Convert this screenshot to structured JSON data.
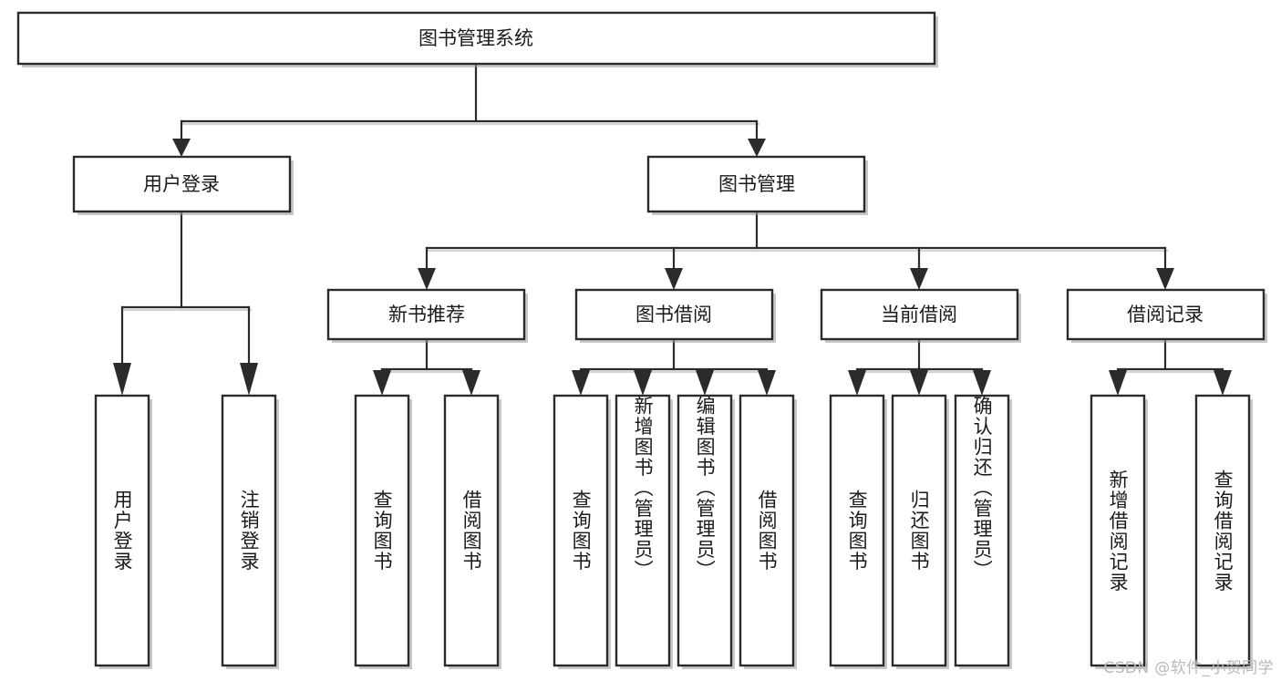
{
  "diagram": {
    "title": "图书管理系统",
    "type": "tree-hierarchy-chart",
    "colors": {
      "box_stroke": "#2b2b2b",
      "box_fill": "#ffffff",
      "line": "#2b2b2b",
      "shadow": "#9a9a9a",
      "text": "#1a1a1a",
      "watermark": "#b9b9b9",
      "background": "#ffffff"
    }
  },
  "root": {
    "label": "图书管理系统"
  },
  "level2": [
    {
      "label": "用户登录"
    },
    {
      "label": "图书管理"
    }
  ],
  "level3": [
    {
      "label": "新书推荐"
    },
    {
      "label": "图书借阅"
    },
    {
      "label": "当前借阅"
    },
    {
      "label": "借阅记录"
    }
  ],
  "leaves": {
    "user_login": [
      {
        "label": "用户登录"
      },
      {
        "label": "注销登录"
      }
    ],
    "new_book_recommend": [
      {
        "label": "查询图书"
      },
      {
        "label": "借阅图书"
      }
    ],
    "book_borrow": [
      {
        "label": "查询图书"
      },
      {
        "label": "新增图书（管理员）"
      },
      {
        "label": "编辑图书（管理员）"
      },
      {
        "label": "借阅图书"
      }
    ],
    "current_borrow": [
      {
        "label": "查询图书"
      },
      {
        "label": "归还图书"
      },
      {
        "label": "确认归还（管理员）"
      }
    ],
    "borrow_record": [
      {
        "label": "新增借阅记录"
      },
      {
        "label": "查询借阅记录"
      }
    ]
  },
  "watermark": {
    "text": "CSDN @软件_小贺同学"
  }
}
